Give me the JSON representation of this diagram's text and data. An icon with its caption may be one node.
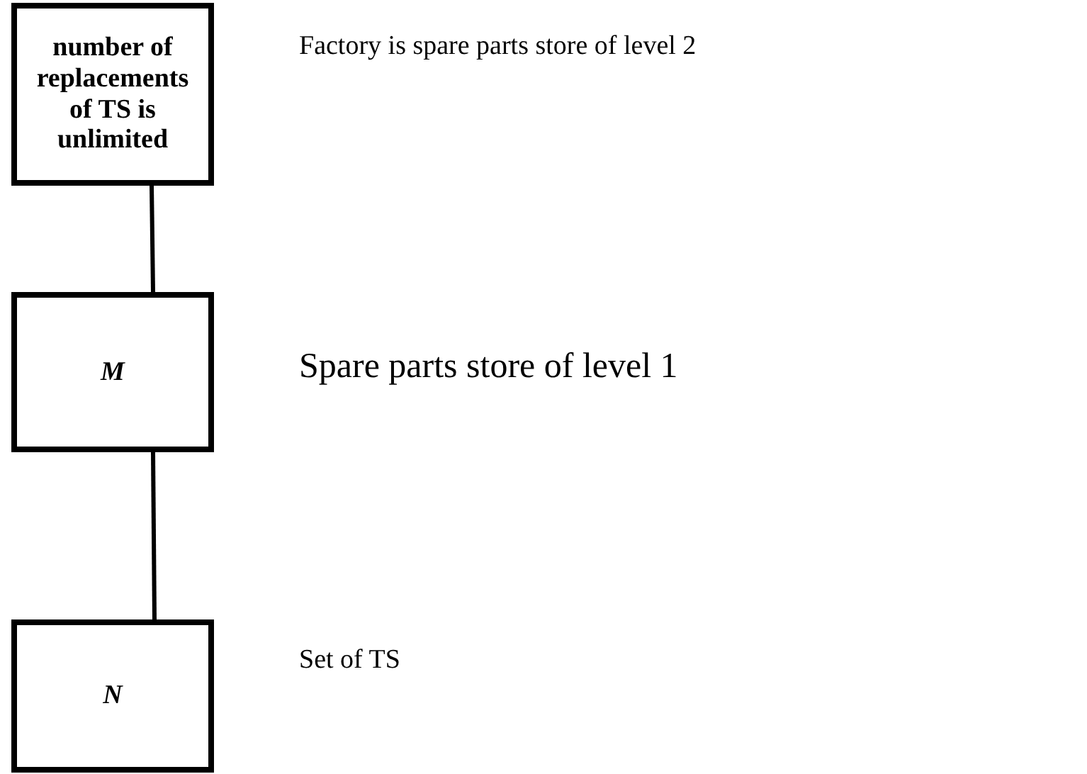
{
  "diagram": {
    "nodes": [
      {
        "text": [
          "number of replacements of TS is unlimited"
        ],
        "beside": [
          "Factory is spare parts store of level 2"
        ]
      },
      {
        "text": [
          "M"
        ],
        "beside": [
          "Spare parts store of level 1"
        ]
      },
      {
        "text": [
          "N"
        ],
        "beside": [
          "Set of TS"
        ]
      }
    ],
    "edges": [
      {
        "from": 0,
        "to": 1,
        "arrow": "none"
      },
      {
        "from": 1,
        "to": 2,
        "arrow": "none"
      }
    ]
  }
}
